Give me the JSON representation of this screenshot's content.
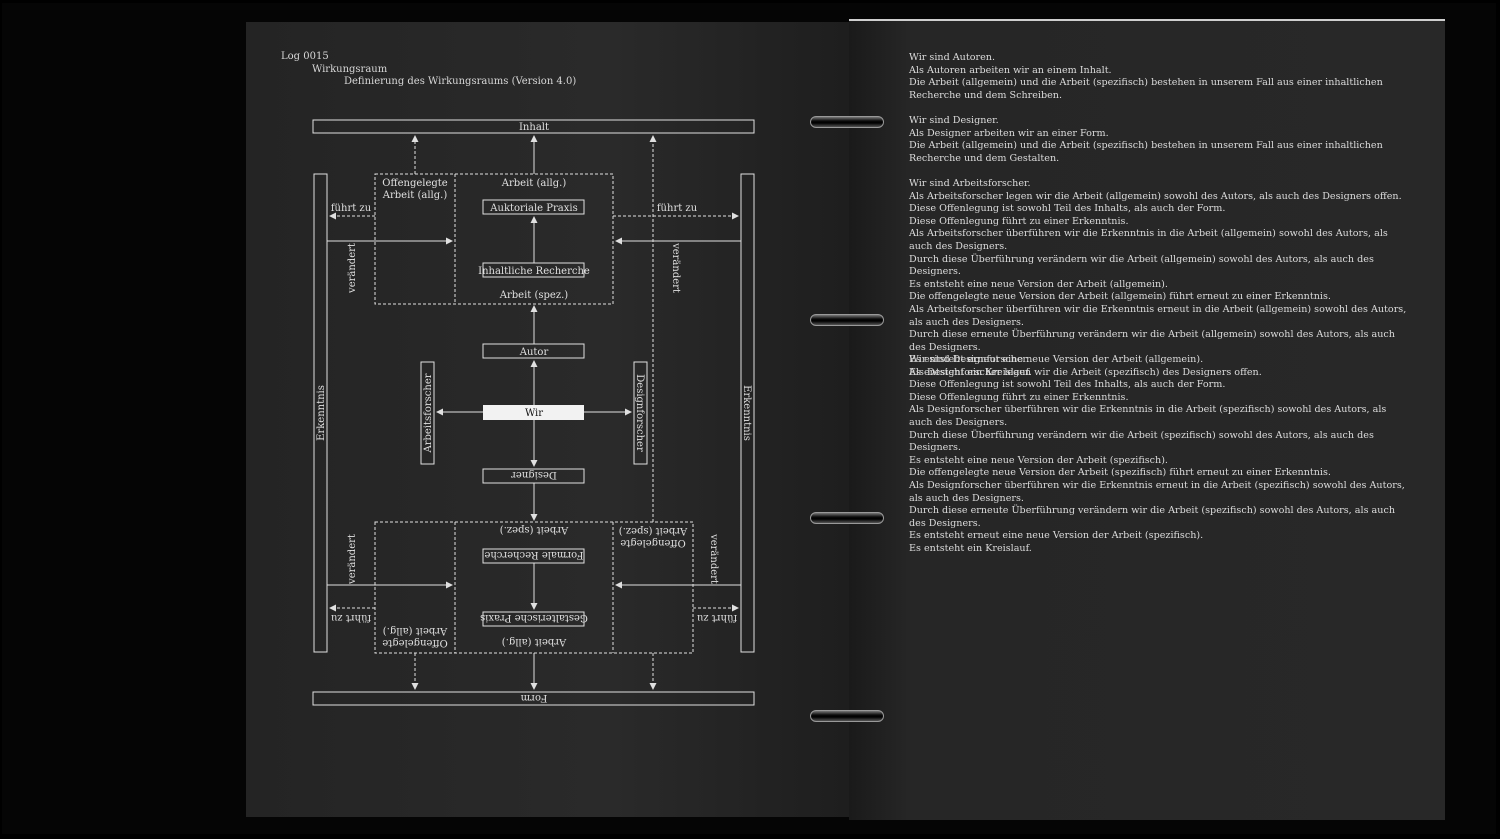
{
  "header": {
    "log": "Log 0015",
    "section": "Wirkungsraum",
    "title": "Definierung des Wirkungsraums (Version 4.0)"
  },
  "diagram": {
    "inhalt": "Inhalt",
    "form": "Form",
    "arbeit_allg": "Arbeit (allg.)",
    "arbeit_spez": "Arbeit (spez.)",
    "offengelegte_1": "Offengelegte",
    "offengelegte_allg_2": "Arbeit (allg.)",
    "offengelegte_spez_2": "Arbeit (spez.)",
    "auktoriale_praxis": "Auktoriale Praxis",
    "inhaltliche_recherche": "Inhaltliche Recherche",
    "autor": "Autor",
    "wir": "Wir",
    "designer": "Designer",
    "formale_recherche": "Formale Recherche",
    "gestalterische_praxis": "Gestalterische Praxis",
    "arbeitsforscher": "Arbeitsforscher",
    "designforscher": "Designforscher",
    "erkenntnis": "Erkenntnis",
    "fuehrt_zu": "führt zu",
    "veraendert": "verändert"
  },
  "text": {
    "p1": [
      "Wir sind Autoren.",
      "Als Autoren arbeiten wir an einem Inhalt.",
      "Die Arbeit (allgemein) und die Arbeit (spezifisch) bestehen in unserem Fall aus einer inhaltlichen Recherche und dem Schreiben."
    ],
    "p2": [
      "Wir sind Designer.",
      "Als Designer arbeiten wir an einer Form.",
      "Die Arbeit (allgemein) und die Arbeit (spezifisch) bestehen in unserem Fall aus einer inhaltlichen Recherche und dem Gestalten."
    ],
    "p3": [
      "Wir sind Arbeitsforscher.",
      "Als Arbeitsforscher legen wir die Arbeit (allgemein) sowohl des Autors, als auch des Designers offen.",
      "Diese Offenlegung ist sowohl Teil des Inhalts, als auch der Form.",
      "Diese Offenlegung führt zu einer Erkenntnis.",
      "Als Arbeitsforscher überführen wir die Erkenntnis in die Arbeit (allgemein) sowohl des Autors, als auch des Designers.",
      "Durch diese Überführung verändern wir die Arbeit (allgemein) sowohl des Autors, als auch des Designers.",
      "Es entsteht eine neue Version der Arbeit (allgemein).",
      "Die offengelegte neue Version der Arbeit (allgemein) führt erneut zu einer Erkenntnis.",
      "Als Arbeitsforscher überführen wir die Erkenntnis erneut in die Arbeit (allgemein) sowohl des Autors, als auch des Designers.",
      "Durch diese erneute Überführung verändern wir die Arbeit (allgemein) sowohl des Autors, als auch des Designers.",
      "Es entsteht erneut eine neue Version der Arbeit (allgemein).",
      "Es entsteht ein Kreislauf."
    ],
    "p4": [
      "Wir sind Designforscher.",
      "Als Designforscher legen wir die Arbeit (spezifisch) des Designers offen.",
      "Diese Offenlegung ist sowohl Teil des Inhalts, als auch der Form.",
      "Diese Offenlegung führt zu einer Erkenntnis.",
      "Als Designforscher überführen wir die Erkenntnis in die Arbeit (spezifisch) sowohl des Autors, als auch des Designers.",
      "Durch diese Überführung verändern wir die Arbeit (spezifisch) sowohl des Autors, als auch des Designers.",
      "Es entsteht eine neue Version der Arbeit (spezifisch).",
      "Die offengelegte neue Version der Arbeit (spezifisch) führt erneut zu einer Erkenntnis.",
      "Als Designforscher überführen wir die Erkenntnis erneut in die Arbeit (spezifisch) sowohl des Autors, als auch des Designers.",
      "Durch diese erneute Überführung verändern wir die Arbeit (spezifisch) sowohl des Autors, als auch des Designers.",
      "Es entsteht erneut eine neue Version der Arbeit (spezifisch).",
      "Es entsteht ein Kreislauf."
    ]
  }
}
